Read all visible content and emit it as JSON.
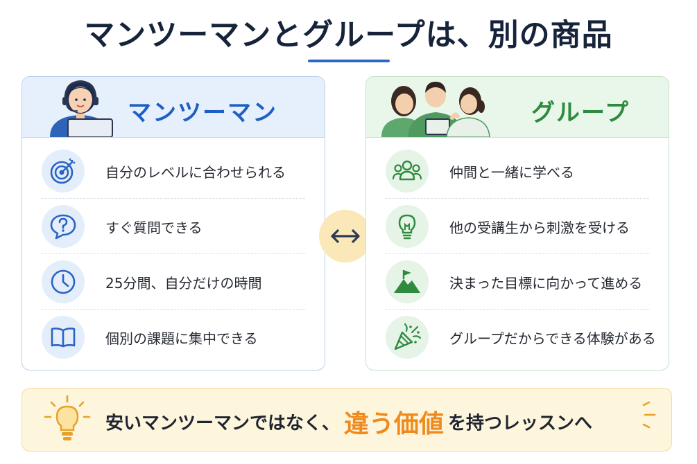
{
  "title": "マンツーマンとグループは、別の商品",
  "left_card": {
    "title": "マンツーマン",
    "items": [
      {
        "icon": "target-icon",
        "label": "自分のレベルに合わせられる"
      },
      {
        "icon": "question-bubble-icon",
        "label": "すぐ質問できる"
      },
      {
        "icon": "clock-icon",
        "label": "25分間、自分だけの時間"
      },
      {
        "icon": "book-icon",
        "label": "個別の課題に集中できる"
      }
    ]
  },
  "right_card": {
    "title": "グループ",
    "items": [
      {
        "icon": "people-icon",
        "label": "仲間と一緒に学べる"
      },
      {
        "icon": "lightbulb-icon",
        "label": "他の受講生から刺激を受ける"
      },
      {
        "icon": "mountain-flag-icon",
        "label": "決まった目標に向かって進める"
      },
      {
        "icon": "party-popper-icon",
        "label": "グループだからできる体験がある"
      }
    ]
  },
  "bottom": {
    "prefix": "安いマンツーマンではなく、",
    "highlight": "違う価値",
    "suffix": "を持つレッスンへ"
  },
  "colors": {
    "title": "#16233a",
    "blue_accent": "#1f5fc4",
    "green_accent": "#2e8b3e",
    "highlight": "#f08a1c"
  }
}
